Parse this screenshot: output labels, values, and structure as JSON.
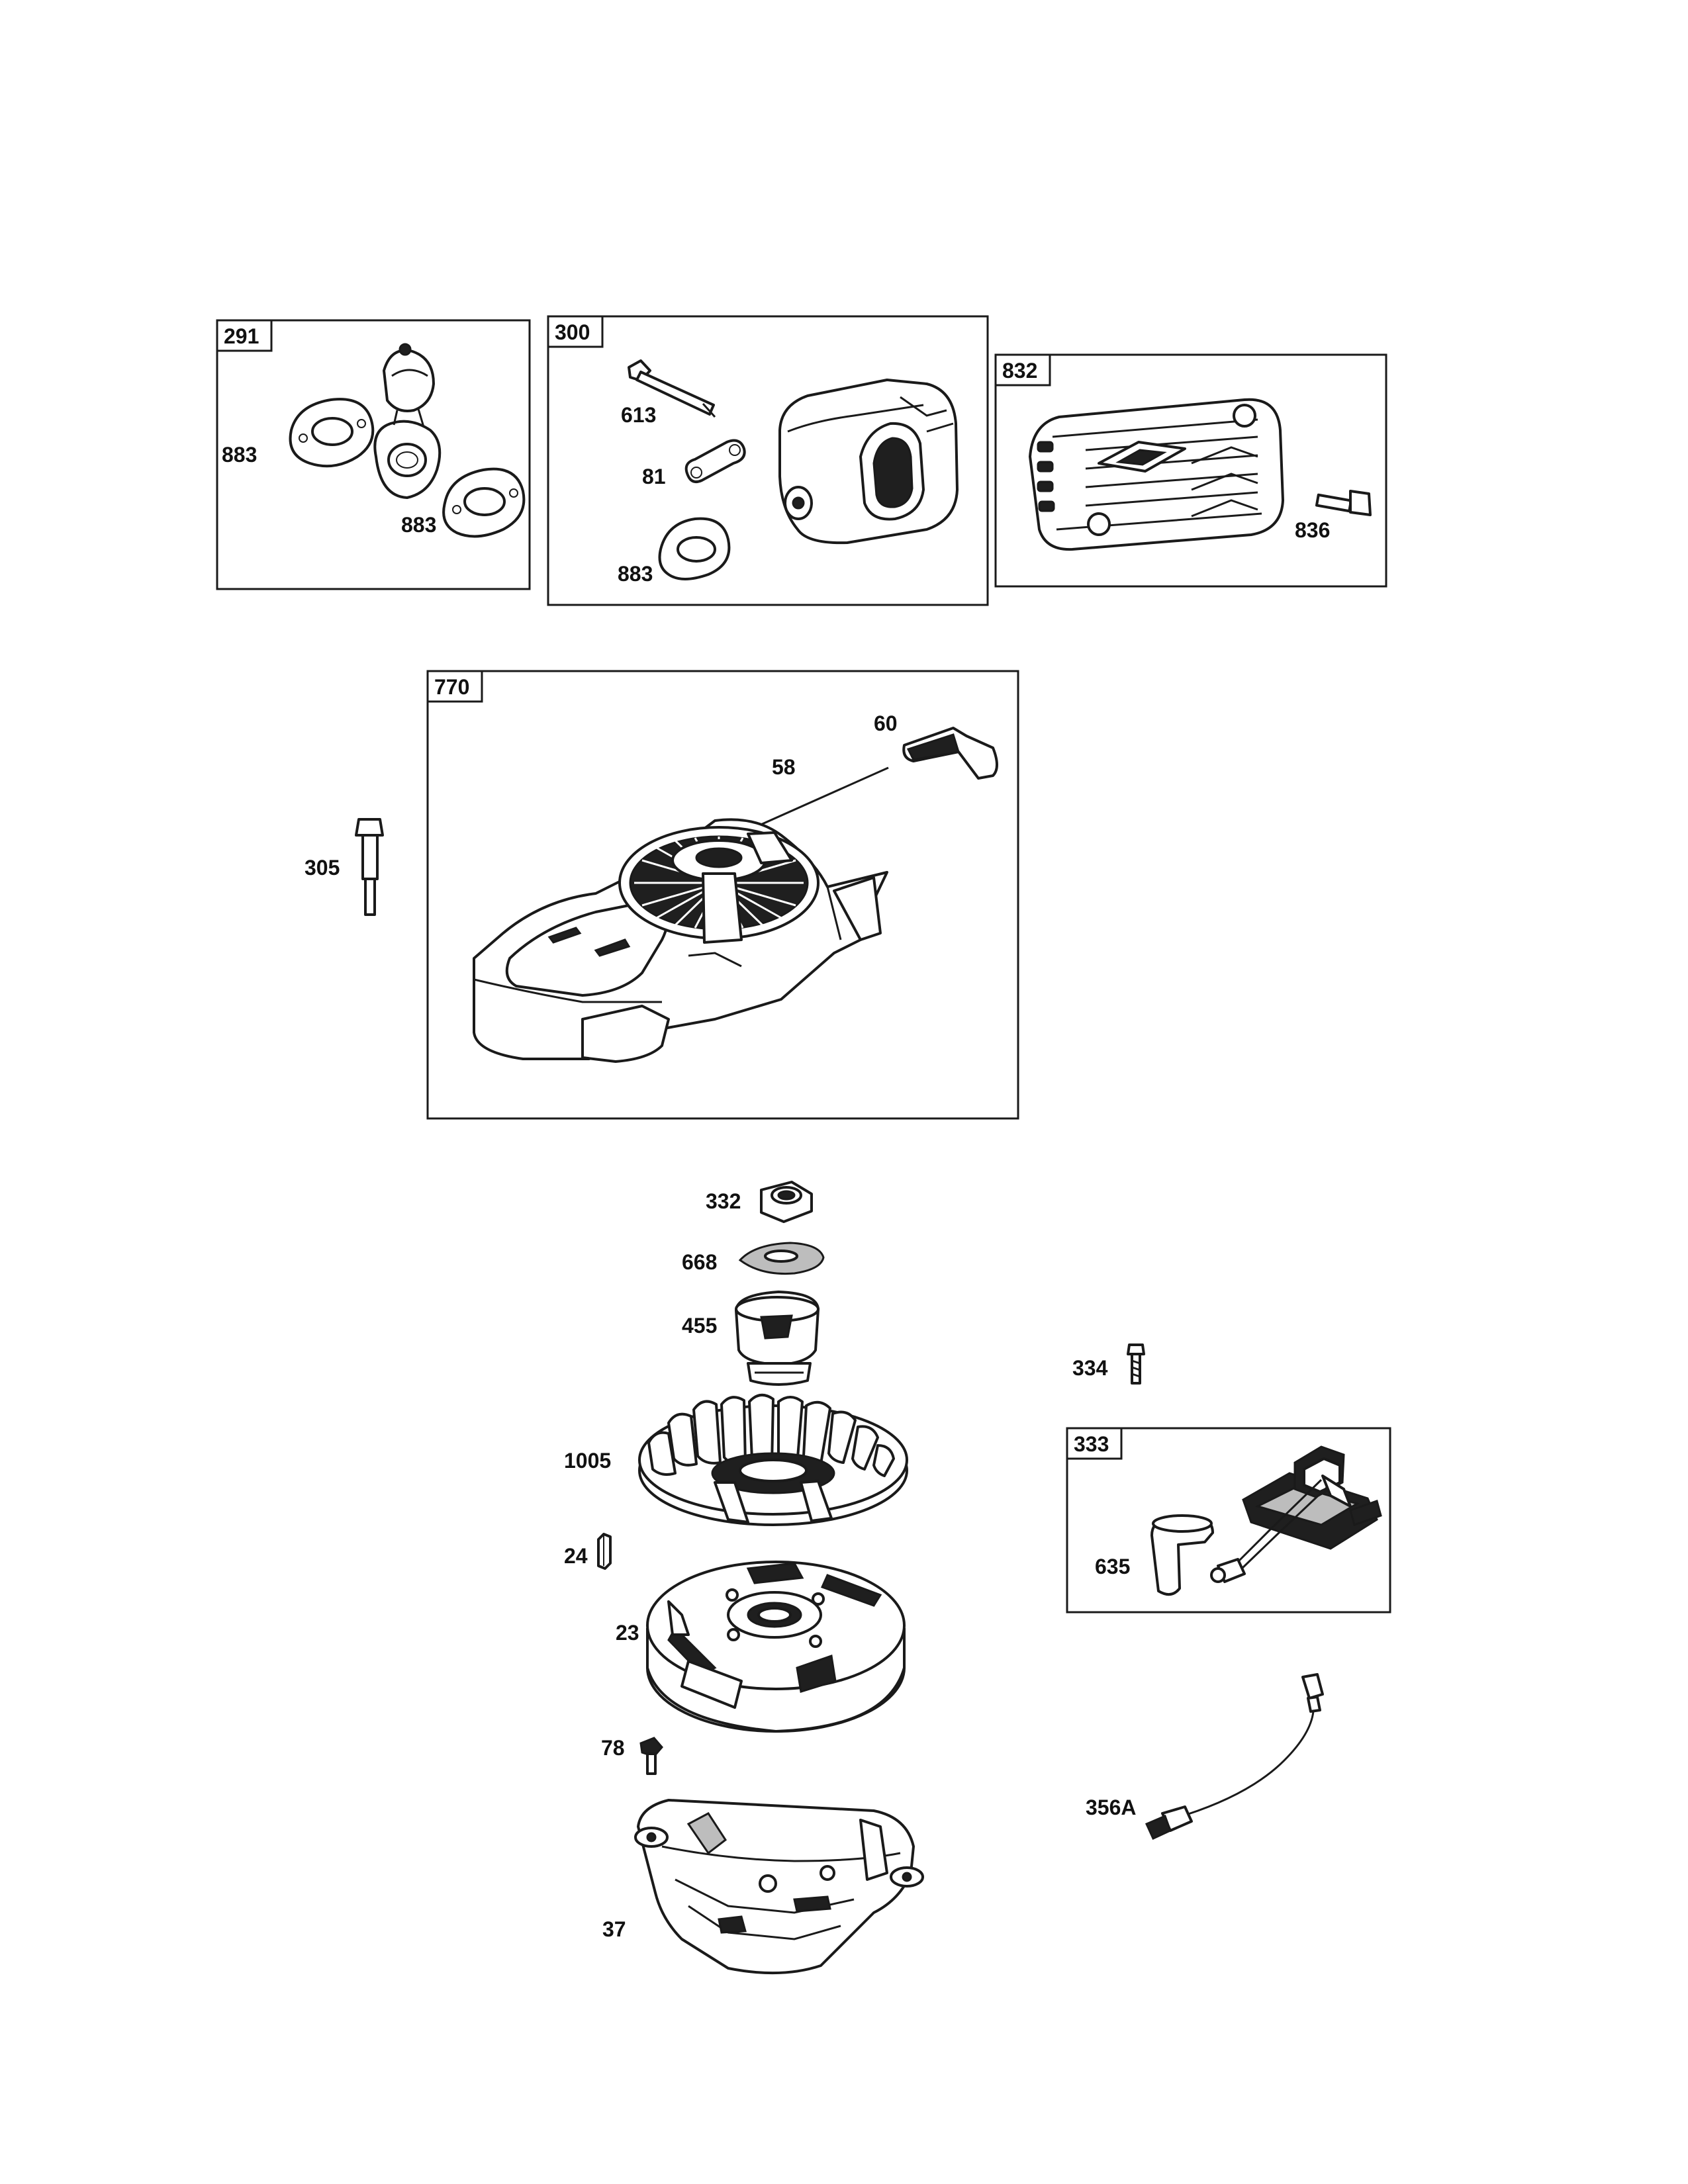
{
  "boxes": {
    "b291": "291",
    "b300": "300",
    "b832": "832",
    "b770": "770",
    "b333": "333"
  },
  "labels": {
    "l883a": "883",
    "l883b": "883",
    "l613": "613",
    "l81": "81",
    "l883c": "883",
    "l836": "836",
    "l60": "60",
    "l58": "58",
    "l305": "305",
    "l332": "332",
    "l668": "668",
    "l455": "455",
    "l334": "334",
    "l1005": "1005",
    "l24": "24",
    "l23": "23",
    "l635": "635",
    "l78": "78",
    "l356A": "356A",
    "l37": "37"
  }
}
